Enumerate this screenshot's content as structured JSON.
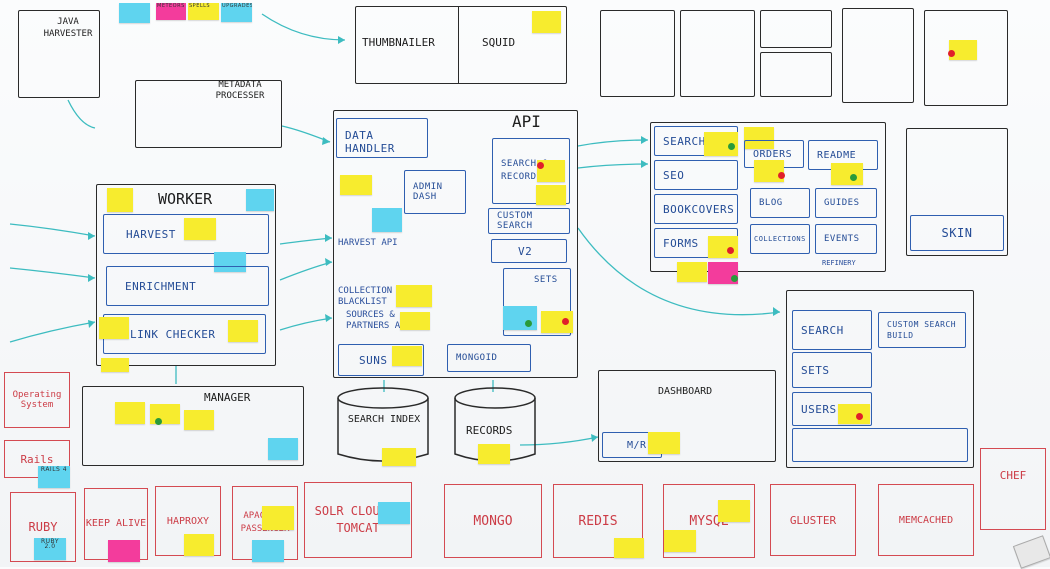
{
  "colors": {
    "board": "#f6f8fa",
    "ink": "#2a2a2a",
    "blue": "#2f5fb0",
    "red": "#d44a52",
    "teal": "#3dbcc0",
    "sticky_yellow": "#f7ec2e",
    "sticky_pink": "#f33c9c",
    "sticky_cyan": "#5fd4ef"
  },
  "legend": {
    "items": [
      "meteors",
      "spells",
      "upgrades"
    ]
  },
  "java": {
    "title": "Java Harvester"
  },
  "metadata": {
    "title": "Metadata Processer"
  },
  "thumb": {
    "title": "Thumbnailer",
    "squid": "Squid"
  },
  "worker": {
    "title": "Worker",
    "harvest": "Harvest",
    "enrichment": "Enrichment",
    "link": "Link Checker"
  },
  "manager": {
    "title": "Manager"
  },
  "api": {
    "title": "API",
    "data_handler": "Data Handler",
    "admin": "Admin Dash",
    "search": "Search & Record API",
    "custom": "Custom Search",
    "v2": "V2",
    "sets": "Sets",
    "harvest": "Harvest API",
    "blacklist": "Collection Blacklist",
    "sources": "Sources & Partners API",
    "suns": "Suns",
    "mongoid": "Mongoid"
  },
  "search_index": {
    "title": "Search Index"
  },
  "records": {
    "title": "Records"
  },
  "frontend": {
    "search": "Search",
    "seo": "SEO",
    "bookcovers": "Bookcovers",
    "forms": "Forms",
    "orders": "Orders",
    "readme": "Readme",
    "blog": "Blog",
    "guides": "Guides",
    "collections": "Collections",
    "events": "Events",
    "refinery": "Refinery"
  },
  "skin": {
    "title": "Skin"
  },
  "csb": {
    "search": "Search",
    "custom": "Custom Search Build",
    "sets": "Sets",
    "users": "Users"
  },
  "dashboard": {
    "title": "Dashboard",
    "mr": "M/R"
  },
  "infra": {
    "os": "Operating System",
    "rails": "Rails",
    "ruby": "Ruby",
    "keep_alive": "Keep Alive",
    "haproxy": "HAproxy",
    "apache": "Apache & Passenger",
    "solr": "Solr Cloud & Tomcat",
    "mongo": "Mongo",
    "redis": "Redis",
    "mysql": "MySQL",
    "gluster": "Gluster",
    "memcached": "Memcached",
    "chef": "Chef"
  },
  "sticky": {
    "rails_v": "Rails 4",
    "ruby_v": "Ruby 2.0"
  }
}
